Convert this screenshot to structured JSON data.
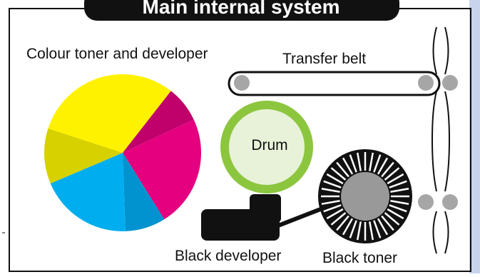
{
  "title": "Main internal system",
  "labels": {
    "colour_toner": "Colour toner and developer",
    "transfer_belt": "Transfer belt",
    "drum": "Drum",
    "black_developer": "Black developer",
    "black_toner": "Black toner"
  },
  "colors": {
    "yellow": "#fff200",
    "dark_yellow": "#d8d100",
    "magenta": "#e4007f",
    "dark_magenta": "#c0006b",
    "cyan": "#00aeef",
    "dark_cyan": "#0093d0",
    "drum_ring": "#8cc63f",
    "drum_fill": "#e8f2d8",
    "roller_grey": "#a6a6a6",
    "toner_center": "#999999",
    "frame_blue": "#c8d4ec"
  },
  "pie_slices": [
    {
      "name": "yellow",
      "color_key": "yellow",
      "start": 198,
      "end": 308
    },
    {
      "name": "dark-magenta",
      "color_key": "dark_magenta",
      "start": 308,
      "end": 335
    },
    {
      "name": "magenta",
      "color_key": "magenta",
      "start": 335,
      "end": 58
    },
    {
      "name": "dark-cyan",
      "color_key": "dark_cyan",
      "start": 58,
      "end": 88
    },
    {
      "name": "cyan",
      "color_key": "cyan",
      "start": 88,
      "end": 157
    },
    {
      "name": "dark-yellow",
      "color_key": "dark_yellow",
      "start": 157,
      "end": 198
    }
  ]
}
